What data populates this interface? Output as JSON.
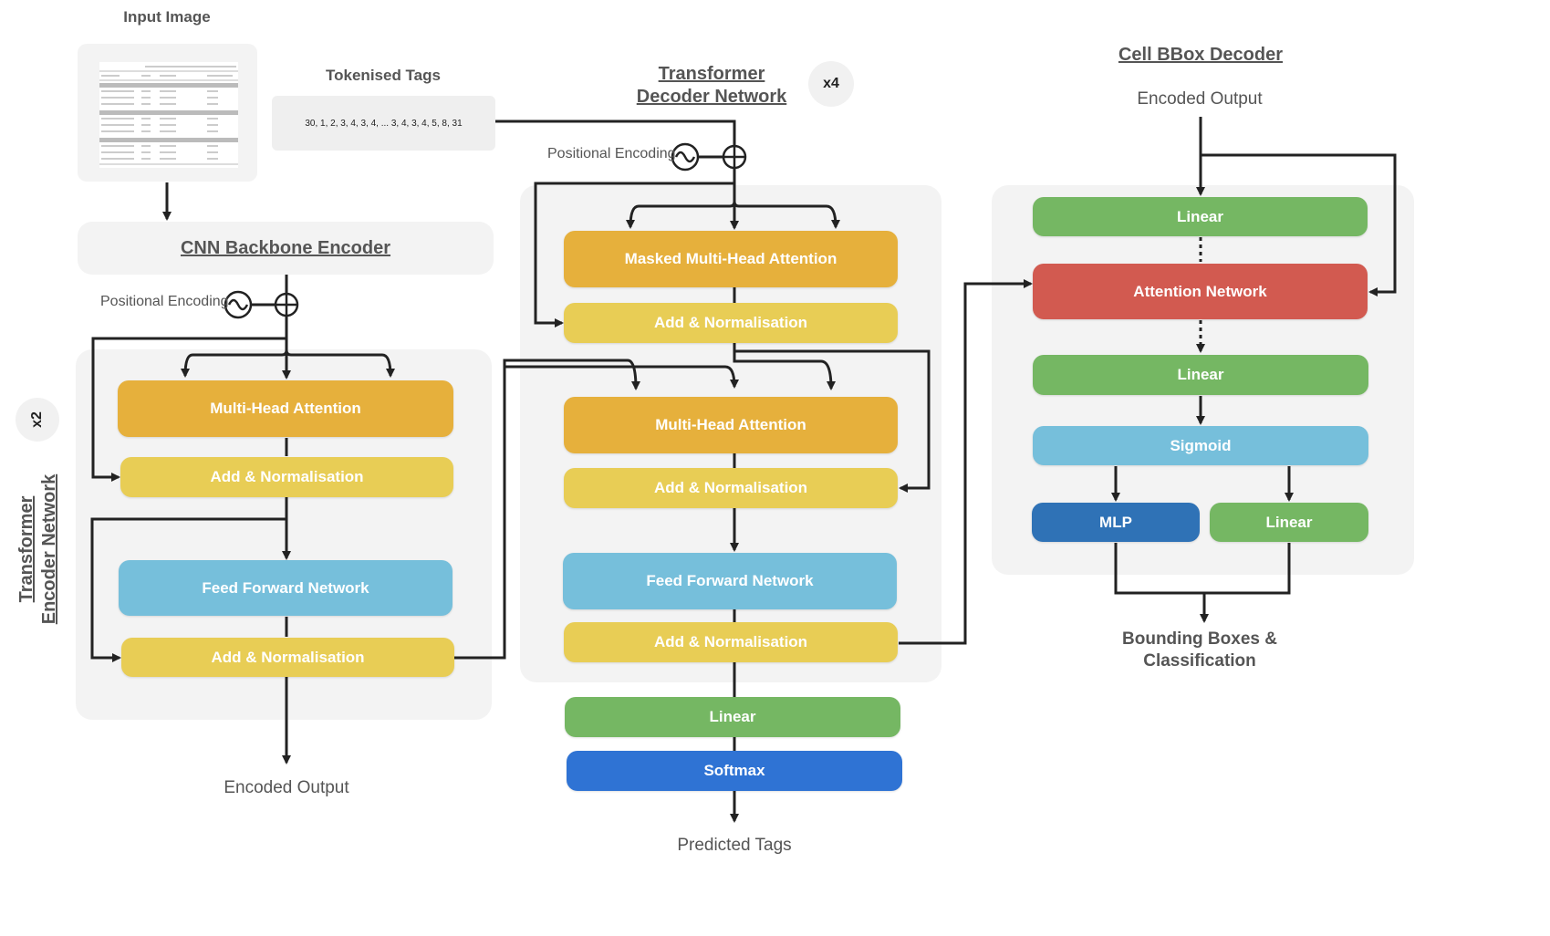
{
  "encoder": {
    "input_image_label": "Input Image",
    "cnn_label": "CNN Backbone Encoder",
    "pos_enc_label": "Positional Encoding",
    "repeat": "x2",
    "title": "Transformer Encoder Network",
    "mha": "Multi-Head Attention",
    "add_norm_1": "Add & Normalisation",
    "ffn": "Feed Forward Network",
    "add_norm_2": "Add & Normalisation",
    "output_label": "Encoded Output"
  },
  "decoder": {
    "tokenised_label": "Tokenised Tags",
    "tags_value": "30,  1,  2,  3,  4,  3, 4, ... 3,  4,  3,  4,  5,  8, 31",
    "title": "Transformer Decoder Network",
    "repeat": "x4",
    "pos_enc_label": "Positional Encoding",
    "masked_mha": "Masked Multi-Head Attention",
    "add_norm_1": "Add & Normalisation",
    "mha": "Multi-Head Attention",
    "add_norm_2": "Add & Normalisation",
    "ffn": "Feed Forward Network",
    "add_norm_3": "Add & Normalisation",
    "linear": "Linear",
    "softmax": "Softmax",
    "output_label": "Predicted Tags"
  },
  "bbox": {
    "title": "Cell BBox Decoder",
    "input_label": "Encoded Output",
    "linear_1": "Linear",
    "attention": "Attention Network",
    "linear_2": "Linear",
    "sigmoid": "Sigmoid",
    "mlp": "MLP",
    "linear_3": "Linear",
    "output_label": "Bounding Boxes & Classification"
  },
  "colors": {
    "attention": "#e6b03c",
    "add_norm": "#e8cd55",
    "ffn": "#76bfdb",
    "linear": "#75b763",
    "attention_network": "#d25a50",
    "mlp": "#2f72b6",
    "softmax": "#2f73d4"
  }
}
